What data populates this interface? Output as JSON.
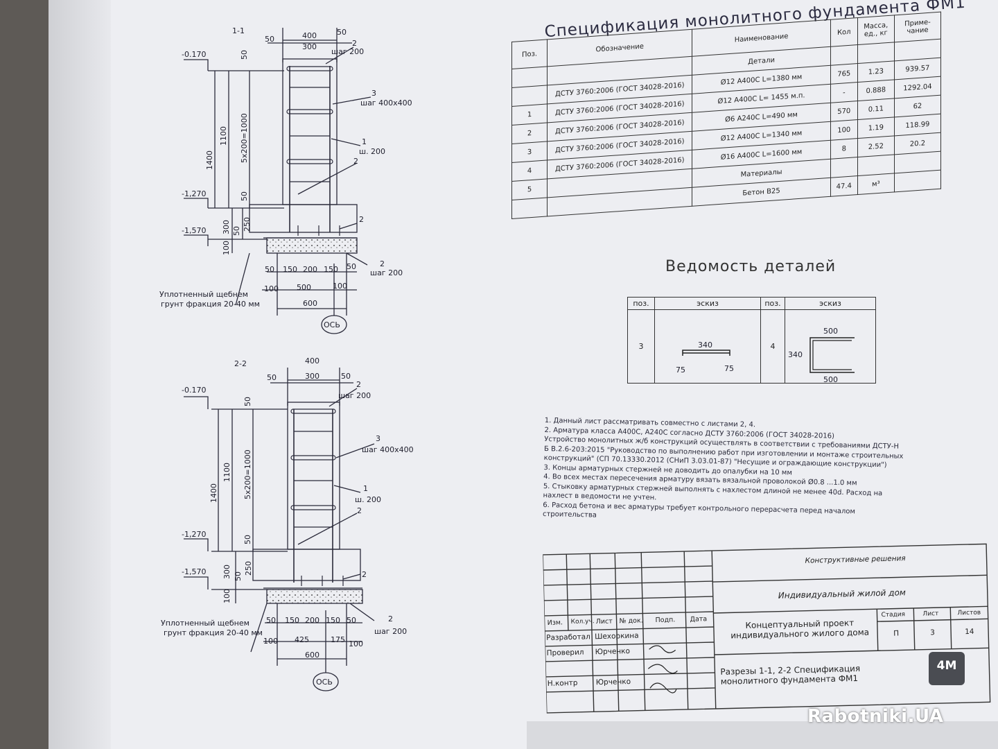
{
  "section1": {
    "title": "1-1",
    "top_dims": [
      "400",
      "50",
      "300",
      "50"
    ],
    "left_levels": [
      "-0.170",
      "-1,270",
      "-1,570"
    ],
    "vertical_dims": [
      "1400",
      "1100",
      "5x200=1000",
      "50",
      "50",
      "300",
      "250",
      "50",
      "100"
    ],
    "callouts": [
      "2",
      "шаг 200",
      "3",
      "шаг 400х400",
      "1",
      "ш. 200",
      "2",
      "2",
      "2",
      "шаг 200"
    ],
    "bottom_dims": [
      "50",
      "150",
      "200",
      "150",
      "50",
      "100",
      "500",
      "100",
      "600"
    ],
    "soil_label_1": "Уплотненный щебнем",
    "soil_label_2": "грунт фракция 20-40 мм",
    "axis": "ОСЬ"
  },
  "section2": {
    "title": "2-2",
    "top_dims": [
      "400",
      "50",
      "300",
      "50"
    ],
    "left_levels": [
      "-0.170",
      "-1,270",
      "-1,570"
    ],
    "vertical_dims": [
      "1400",
      "1100",
      "5x200=1000",
      "50",
      "50",
      "300",
      "250",
      "50",
      "100"
    ],
    "callouts": [
      "2",
      "шаг 200",
      "3",
      "шаг 400х400",
      "1",
      "ш. 200",
      "2",
      "2",
      "2",
      "шаг 200"
    ],
    "bottom_dims": [
      "50",
      "150",
      "200",
      "150",
      "50",
      "100",
      "425",
      "175",
      "100",
      "600"
    ],
    "soil_label_1": "Уплотненный щебнем",
    "soil_label_2": "грунт фракция 20-40 мм",
    "axis": "ОСЬ"
  },
  "spec": {
    "title": "Спецификация монолитного фундамента ФМ1",
    "headers": {
      "pos": "Поз.",
      "designation": "Обозначение",
      "name": "Наименование",
      "qty": "Кол",
      "mass": "Масса, ед., кг",
      "note": "Приме-чание"
    },
    "group_details": "Детали",
    "rows": [
      {
        "pos": "",
        "designation": "ДСТУ 3760:2006 (ГОСТ 34028-2016)",
        "name": "Ø12 А400С L=1380 мм",
        "qty": "765",
        "mass": "1.23",
        "note": "939.57"
      },
      {
        "pos": "1",
        "designation": "ДСТУ 3760:2006 (ГОСТ 34028-2016)",
        "name": "Ø12 А400С L= 1455 м.п.",
        "qty": "-",
        "mass": "0.888",
        "note": "1292.04"
      },
      {
        "pos": "2",
        "designation": "ДСТУ 3760:2006 (ГОСТ 34028-2016)",
        "name": "Ø6 А240С L=490 мм",
        "qty": "570",
        "mass": "0.11",
        "note": "62"
      },
      {
        "pos": "3",
        "designation": "ДСТУ 3760:2006 (ГОСТ 34028-2016)",
        "name": "Ø12 А400С L=1340 мм",
        "qty": "100",
        "mass": "1.19",
        "note": "118.99"
      },
      {
        "pos": "4",
        "designation": "ДСТУ 3760:2006 (ГОСТ 34028-2016)",
        "name": "Ø16 А400С L=1600 мм",
        "qty": "8",
        "mass": "2.52",
        "note": "20.2"
      }
    ],
    "pos5": "5",
    "group_materials": "Материалы",
    "concrete": {
      "name": "Бетон В25",
      "qty": "47.4",
      "unit": "м³"
    }
  },
  "details": {
    "title": "Ведомость деталей",
    "h_pos": "поз.",
    "h_sketch": "эскиз",
    "pos3": "3",
    "pos4": "4",
    "p3_top": "340",
    "p3_left": "75",
    "p3_right": "75",
    "p4_top": "500",
    "p4_side": "340",
    "p4_bottom": "500"
  },
  "notes": [
    "1.      Данный лист рассматривать совместно с листами 2, 4.",
    "2.      Арматура класса А400С, А240С согласно ДСТУ 3760:2006 (ГОСТ 34028-2016)",
    "Устройство монолитных ж/б конструкций осуществлять в соответствии с требованиями ДСТУ-Н Б В.2.6-203:2015 \"Руководство по выполнению работ при изготовлении и монтаже строительных конструкций\" (СП 70.13330.2012 (СНиП 3.03.01-87) \"Несущие и ограждающие конструкции\")",
    "3.      Концы арматурных стержней не доводить до опалубки на 10 мм",
    "4.      Во всех местах пересечения арматуру вязать вязальной проволокой Ø0.8 ...1.0 мм",
    "5.      Стыковку арматурных стержней выполнять с нахлестом длиной не менее 40d. Расход на нахлест в ведомости не учтен.",
    "6.      Расход бетона и вес арматуры требует контрольного перерасчета перед началом строительства"
  ],
  "stamp": {
    "section": "Конструктивные решения",
    "object": "Индивидуальный жилой дом",
    "project": "Концептуальный проект индивидуального жилого дома",
    "sheet_title": "Разрезы 1-1, 2-2 Спецификация монолитного фундамента ФМ1",
    "col_izm": "Изм.",
    "col_kol": "Кол.уч.",
    "col_list": "Лист",
    "col_doc": "№ док.",
    "col_sign": "Подп.",
    "col_date": "Дата",
    "r1_role": "Разработал",
    "r1_name": "Шехоркина",
    "r2_role": "Проверил",
    "r2_name": "Юрченко",
    "r3_role": "Н.контр",
    "r3_name": "Юрченко",
    "stage_h": "Стадия",
    "list_h": "Лист",
    "lists_h": "Листов",
    "stage": "П",
    "list": "3",
    "lists": "14"
  },
  "logo": "4M",
  "watermark": "Rabotniki.UA"
}
